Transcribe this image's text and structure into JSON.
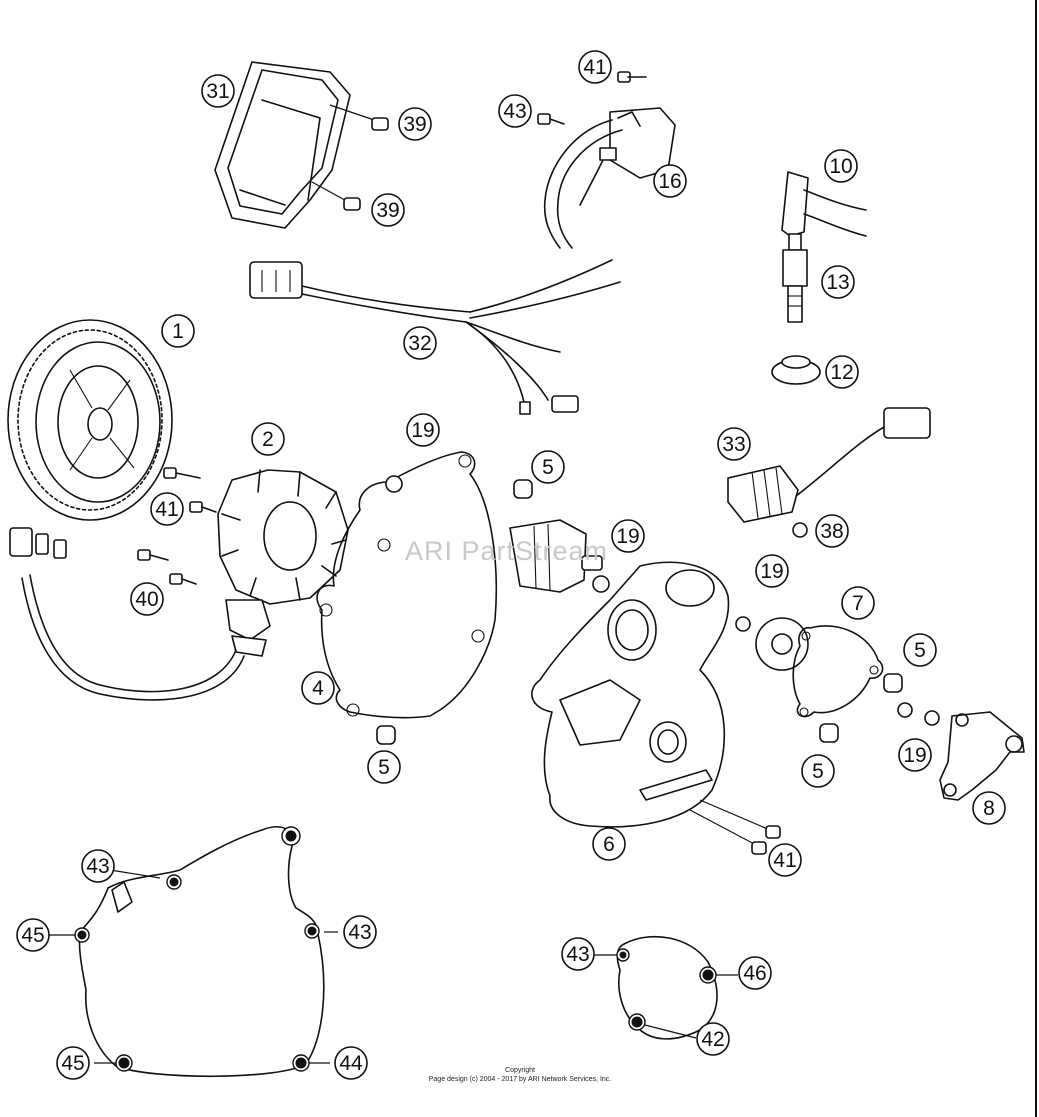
{
  "watermark": "ARI PartStream",
  "footer": {
    "line1": "Copyright",
    "line2": "Page design (c) 2004 - 2017 by ARI Network Services, Inc."
  },
  "callouts": {
    "c1": "1",
    "c2": "2",
    "c4": "4",
    "c5a": "5",
    "c5b": "5",
    "c5c": "5",
    "c5d": "5",
    "c6": "6",
    "c7": "7",
    "c8": "8",
    "c10": "10",
    "c12": "12",
    "c13": "13",
    "c16": "16",
    "c19a": "19",
    "c19b": "19",
    "c19c": "19",
    "c19d": "19",
    "c31": "31",
    "c32": "32",
    "c33": "33",
    "c38": "38",
    "c39a": "39",
    "c39b": "39",
    "c40": "40",
    "c41a": "41",
    "c41b": "41",
    "c41c": "41",
    "c42": "42",
    "c43a": "43",
    "c43b": "43",
    "c43c": "43",
    "c43d": "43",
    "c44": "44",
    "c45a": "45",
    "c45b": "45",
    "c46": "46"
  }
}
